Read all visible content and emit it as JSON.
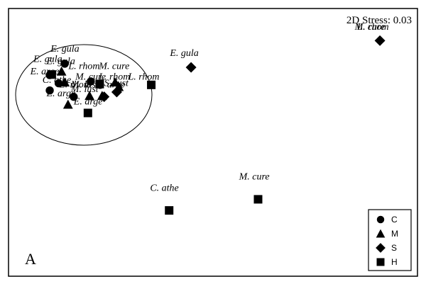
{
  "chart_data": {
    "type": "scatter",
    "title": "",
    "xlabel": "",
    "ylabel": "",
    "stress_text": "2D Stress: 0.03",
    "panel_label": "A",
    "xlim": [
      0,
      100
    ],
    "ylim": [
      0,
      100
    ],
    "grid": false,
    "legend_position": "bottom-right",
    "series": [
      {
        "name": "C",
        "marker": "circle",
        "points": [
          {
            "x": 13.5,
            "y": 79.7
          },
          {
            "x": 9.8,
            "y": 75.4
          },
          {
            "x": 12.0,
            "y": 72.3
          },
          {
            "x": 9.8,
            "y": 69.6
          },
          {
            "x": 15.7,
            "y": 67.2
          },
          {
            "x": 19.9,
            "y": 73.0
          },
          {
            "x": 22.2,
            "y": 71.7
          }
        ]
      },
      {
        "name": "M",
        "marker": "triangle",
        "points": [
          {
            "x": 12.7,
            "y": 76.8
          },
          {
            "x": 13.5,
            "y": 72.7
          },
          {
            "x": 14.3,
            "y": 64.3
          },
          {
            "x": 19.6,
            "y": 67.6
          },
          {
            "x": 22.7,
            "y": 67.6
          },
          {
            "x": 25.9,
            "y": 72.7
          },
          {
            "x": 26.8,
            "y": 71.0
          }
        ]
      },
      {
        "name": "S",
        "marker": "diamond",
        "points": [
          {
            "x": 23.2,
            "y": 67.2
          },
          {
            "x": 26.3,
            "y": 69.0
          },
          {
            "x": 44.6,
            "y": 78.3
          },
          {
            "x": 91.1,
            "y": 88.4
          }
        ]
      },
      {
        "name": "H",
        "marker": "square",
        "points": [
          {
            "x": 10.3,
            "y": 75.6
          },
          {
            "x": 22.1,
            "y": 72.0
          },
          {
            "x": 19.2,
            "y": 61.1
          },
          {
            "x": 34.8,
            "y": 71.7
          },
          {
            "x": 39.2,
            "y": 24.3
          },
          {
            "x": 61.1,
            "y": 28.5
          }
        ]
      }
    ],
    "annotations": [
      {
        "text": "E. gula",
        "x": 10.0,
        "y": 84.2
      },
      {
        "text": "E. gula",
        "x": 5.8,
        "y": 80.4
      },
      {
        "text": "E. gula",
        "x": 9.0,
        "y": 79.6
      },
      {
        "text": "E. arge",
        "x": 5.0,
        "y": 75.7
      },
      {
        "text": "C. athe",
        "x": 8.0,
        "y": 72.5
      },
      {
        "text": "L. rhom",
        "x": 14.4,
        "y": 77.7
      },
      {
        "text": "M. cure",
        "x": 21.9,
        "y": 77.7
      },
      {
        "text": "M. cure",
        "x": 16.1,
        "y": 73.6
      },
      {
        "text": "L. rhom",
        "x": 21.9,
        "y": 73.6
      },
      {
        "text": "L. rhom",
        "x": 29.1,
        "y": 73.6
      },
      {
        "text": "L. rhom",
        "x": 12.2,
        "y": 70.7
      },
      {
        "text": "M. lust",
        "x": 15.0,
        "y": 70.7
      },
      {
        "text": "S. lust",
        "x": 23.2,
        "y": 71.3
      },
      {
        "text": "E. arge",
        "x": 21.2,
        "y": 70.7
      },
      {
        "text": "M. lust",
        "x": 15.0,
        "y": 69.0
      },
      {
        "text": "E. arge",
        "x": 9.0,
        "y": 67.4
      },
      {
        "text": "E. arge",
        "x": 15.7,
        "y": 64.3
      },
      {
        "text": "E. gula",
        "x": 39.4,
        "y": 82.6
      },
      {
        "text": "M. rhom",
        "x": 84.9,
        "y": 92.5
      },
      {
        "text": "L. cure",
        "x": 85.5,
        "y": 92.5
      },
      {
        "text": "C. athe",
        "x": 34.5,
        "y": 31.7
      },
      {
        "text": "M. cure",
        "x": 56.4,
        "y": 35.9
      }
    ],
    "legend": [
      {
        "label": "C",
        "marker": "circle"
      },
      {
        "label": "M",
        "marker": "triangle"
      },
      {
        "label": "S",
        "marker": "diamond"
      },
      {
        "label": "H",
        "marker": "square"
      }
    ]
  }
}
